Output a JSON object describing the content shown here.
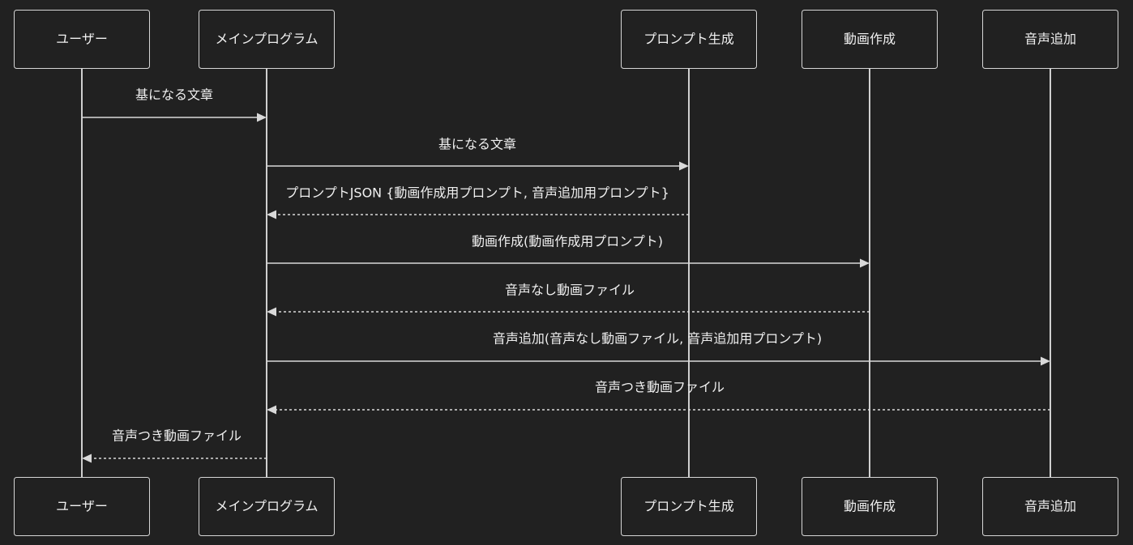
{
  "diagram": {
    "type": "sequence",
    "colors": {
      "background": "#212121",
      "line": "#d9d9d9",
      "text": "#f0f0f0",
      "box_border": "#d6d6d6"
    },
    "actors": [
      {
        "id": "user",
        "label": "ユーザー"
      },
      {
        "id": "main",
        "label": "メインプログラム"
      },
      {
        "id": "prompt",
        "label": "プロンプト生成"
      },
      {
        "id": "video",
        "label": "動画作成"
      },
      {
        "id": "audio",
        "label": "音声追加"
      }
    ],
    "messages": [
      {
        "from": "user",
        "to": "main",
        "label": "基になる文章",
        "style": "solid"
      },
      {
        "from": "main",
        "to": "prompt",
        "label": "基になる文章",
        "style": "solid"
      },
      {
        "from": "prompt",
        "to": "main",
        "label": "プロンプトJSON {動画作成用プロンプト, 音声追加用プロンプト}",
        "style": "dashed"
      },
      {
        "from": "main",
        "to": "video",
        "label": "動画作成(動画作成用プロンプト)",
        "style": "solid"
      },
      {
        "from": "video",
        "to": "main",
        "label": "音声なし動画ファイル",
        "style": "dashed"
      },
      {
        "from": "main",
        "to": "audio",
        "label": "音声追加(音声なし動画ファイル, 音声追加用プロンプト)",
        "style": "solid"
      },
      {
        "from": "audio",
        "to": "main",
        "label": "音声つき動画ファイル",
        "style": "dashed"
      },
      {
        "from": "main",
        "to": "user",
        "label": "音声つき動画ファイル",
        "style": "dashed"
      }
    ]
  }
}
